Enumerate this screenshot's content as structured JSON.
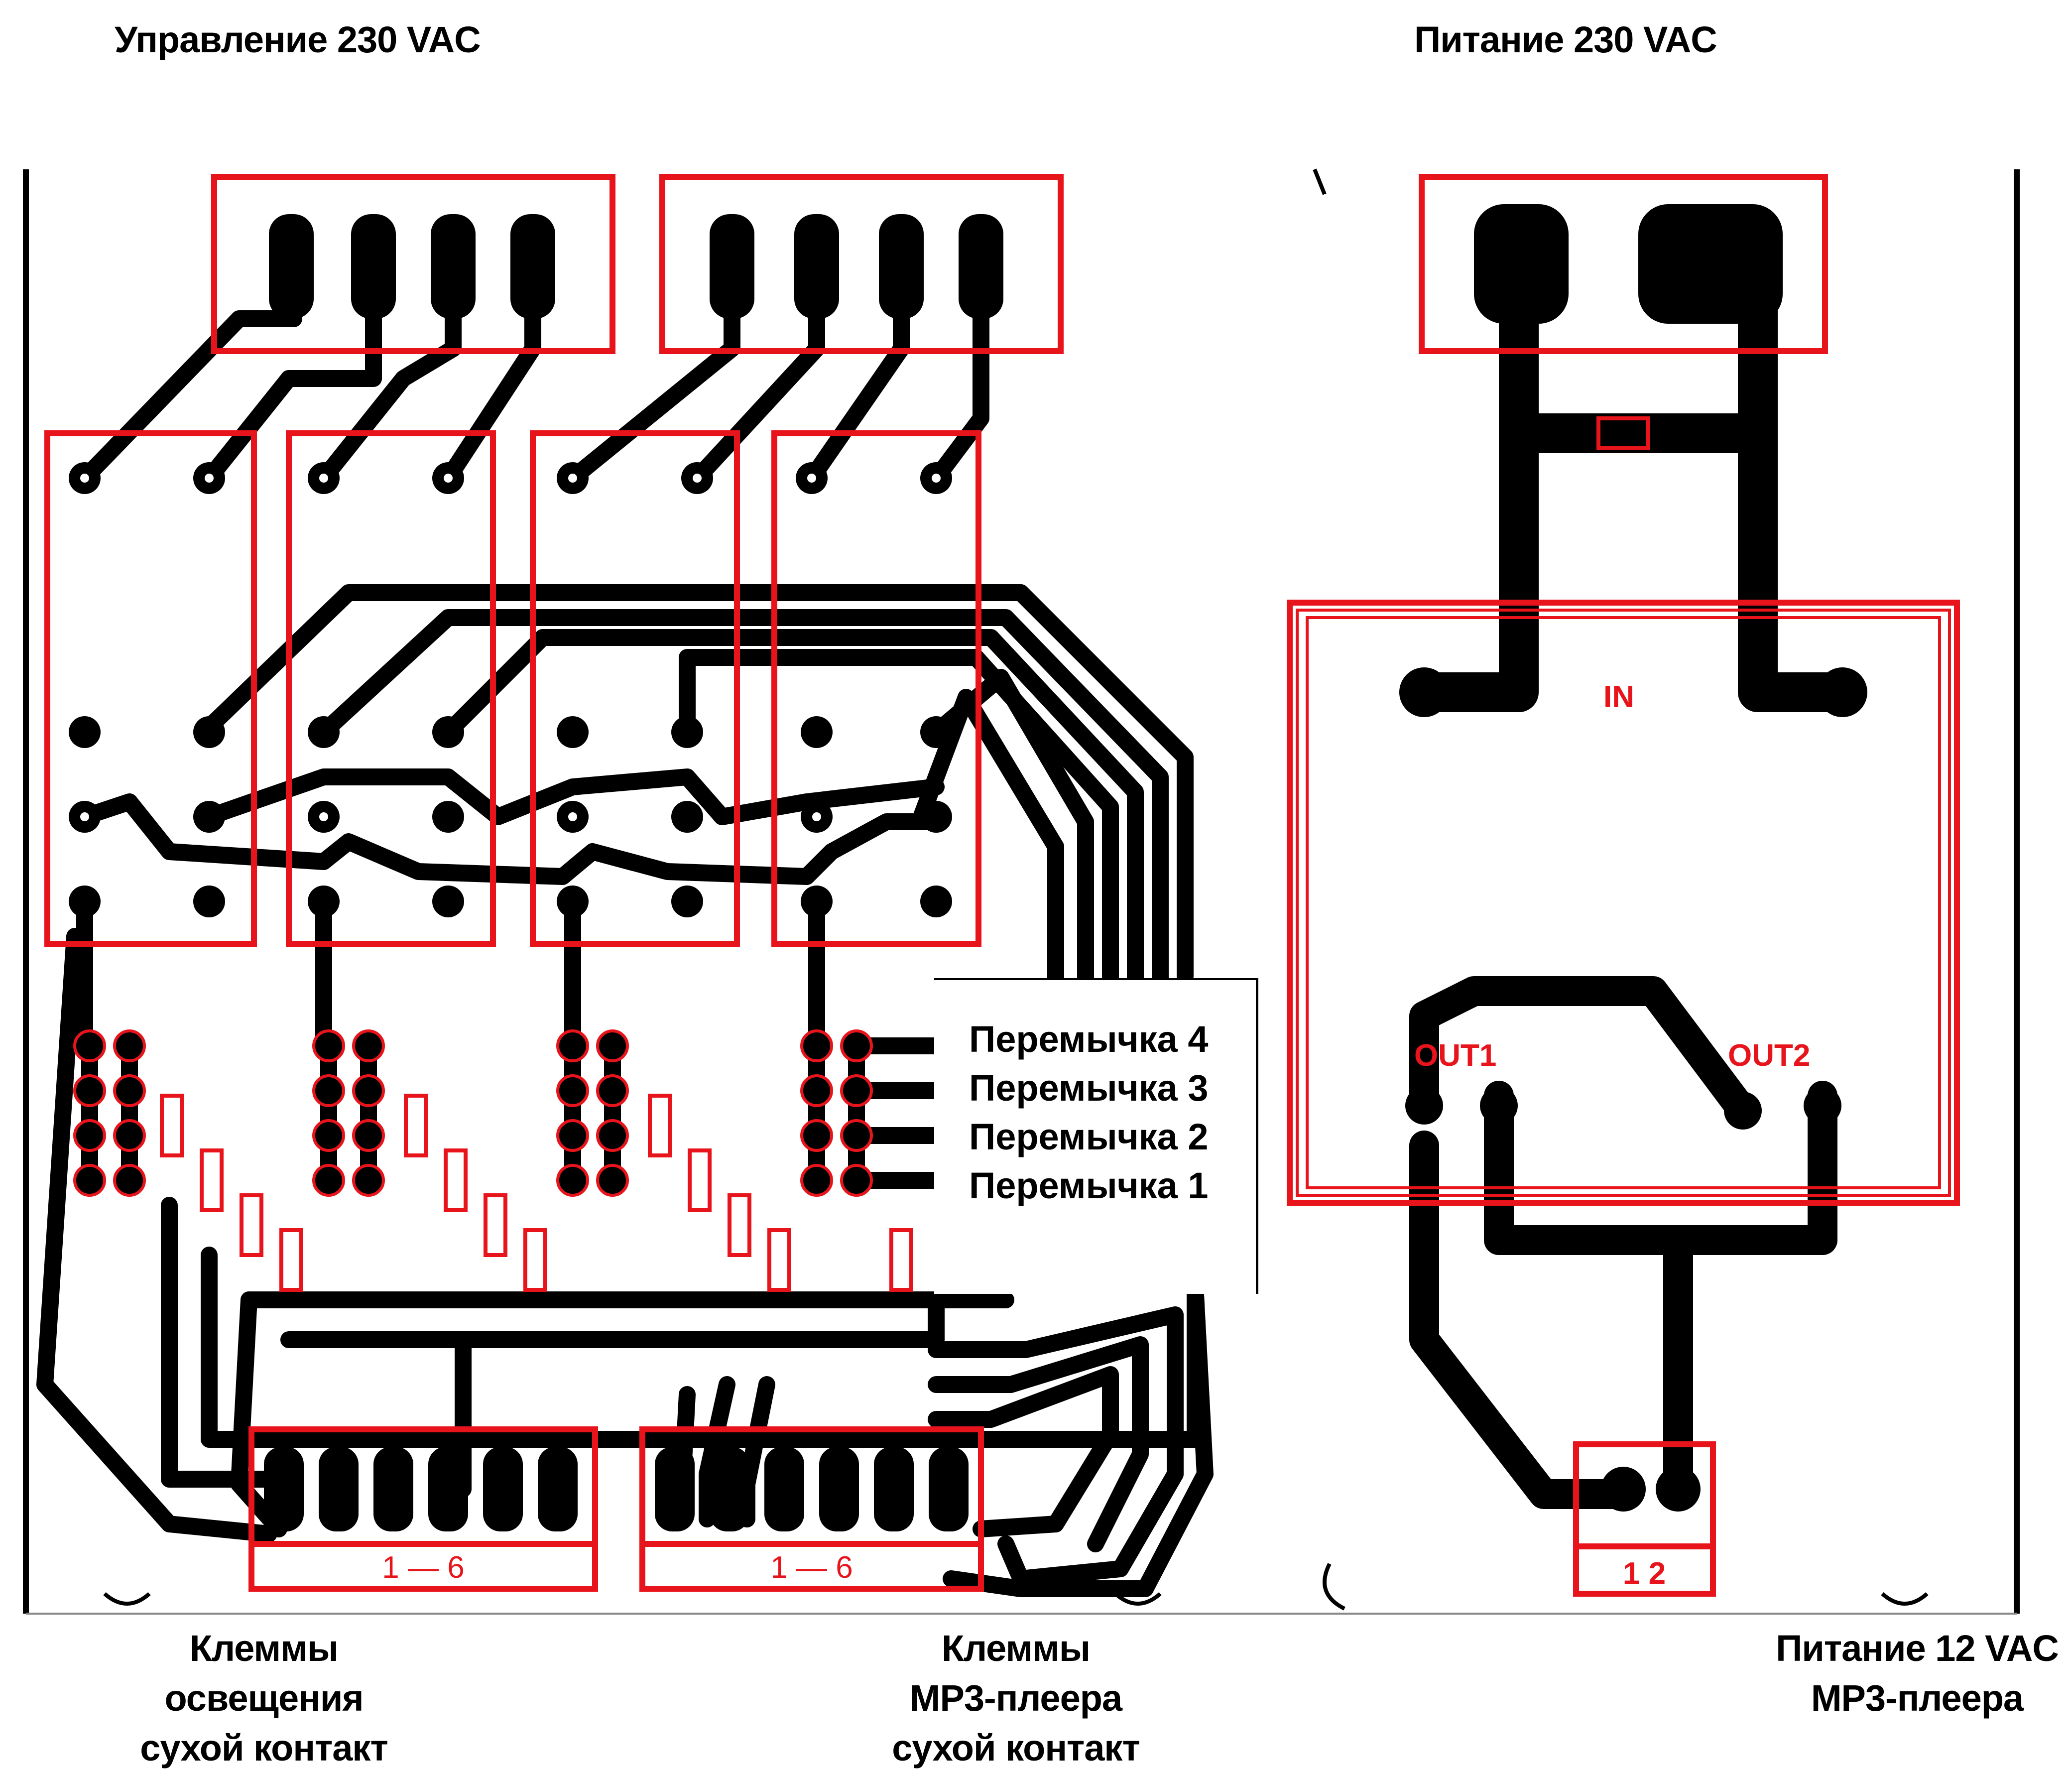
{
  "labels": {
    "control_230": "Управление 230 VAC",
    "power_230": "Питание 230 VAC",
    "lighting_terminals": [
      "Клеммы",
      "освещения",
      "сухой контакт"
    ],
    "mp3_terminals": [
      "Клеммы",
      "МР3-плеера",
      "сухой контакт"
    ],
    "power_12": [
      "Питание 12 VAC",
      "МР3-плеера"
    ]
  },
  "jumpers": [
    "Перемычка 4",
    "Перемычка 3",
    "Перемычка 2",
    "Перемычка 1"
  ],
  "silkscreen": {
    "transformer_in": "IN",
    "out1": "OUT1",
    "out2": "OUT2",
    "conn_12v": "1 2",
    "conn_lighting": "1 — 6",
    "conn_mp3": "1 — 6"
  },
  "colors": {
    "copper": "#000000",
    "silk": "#e8141b",
    "background": "#ffffff"
  }
}
